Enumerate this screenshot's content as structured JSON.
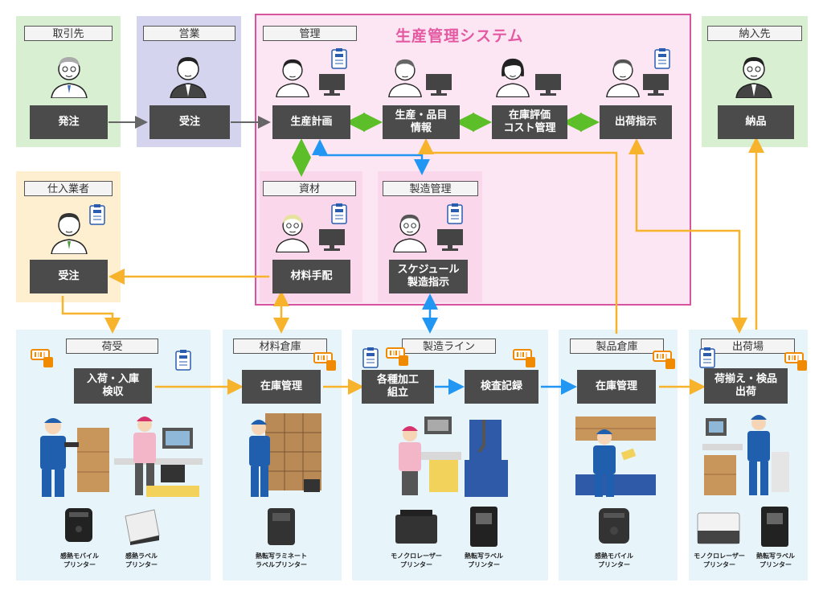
{
  "title": "生産管理システム",
  "zones": {
    "torihikisaki": "取引先",
    "eigyo": "営業",
    "kanri": "管理",
    "nonyusaki": "納入先",
    "shiire": "仕入業者",
    "shizai": "資材",
    "seizokanri": "製造管理",
    "niuke": "荷受",
    "zairyo_soko": "材料倉庫",
    "seizo_line": "製造ライン",
    "seihin_soko": "製品倉庫",
    "shukkaba": "出荷場"
  },
  "boxes": {
    "hatchu": "発注",
    "juchu_sales": "受注",
    "seisan_keikaku": "生産計画",
    "seisan_hinmoku": "生産・品目\n情報",
    "zaiko_hyoka": "在庫評価\nコスト管理",
    "shukka_shiji": "出荷指示",
    "nohin": "納品",
    "juchu_supplier": "受注",
    "zairyo_tehai": "材料手配",
    "schedule": "スケジュール\n製造指示",
    "nyuka": "入荷・入庫\n検収",
    "zaiko_kanri_1": "在庫管理",
    "kakou": "各種加工\n組立",
    "kensa": "検査記録",
    "zaiko_kanri_2": "在庫管理",
    "nisoroe": "荷揃え・検品\n出荷"
  },
  "printers": {
    "p1": "感熱モバイル\nプリンター",
    "p2": "感熱ラベル\nプリンター",
    "p3": "熱転写ラミネート\nラベルプリンター",
    "p4": "モノクロレーザー\nプリンター",
    "p5": "熱転写ラベル\nプリンター",
    "p6": "感熱モバイル\nプリンター",
    "p7": "モノクロレーザー\nプリンター",
    "p8": "熱転写ラベル\nプリンター"
  },
  "colors": {
    "gray_arrow": "#666666",
    "green_arrow": "#5cbf2a",
    "blue_arrow": "#2196f3",
    "orange_arrow": "#f7b32b",
    "system_bg": "#fde6f3",
    "system_border": "#d9549f"
  }
}
